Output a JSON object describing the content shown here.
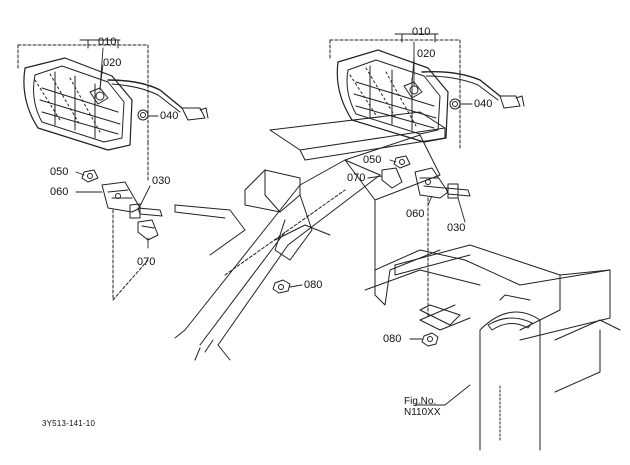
{
  "diagram": {
    "left_assembly": {
      "labels": [
        "010",
        "020",
        "040",
        "050",
        "060",
        "030",
        "070"
      ]
    },
    "right_assembly": {
      "labels": [
        "010",
        "020",
        "040",
        "050",
        "070",
        "060",
        "030"
      ]
    },
    "frame_labels": [
      "080",
      "080"
    ],
    "fig_no_label": "Fig.No.",
    "fig_no_value": "N110XX",
    "drawing_code": "3Y513-141-10"
  },
  "colors": {
    "line": "#222222",
    "background": "#ffffff"
  }
}
